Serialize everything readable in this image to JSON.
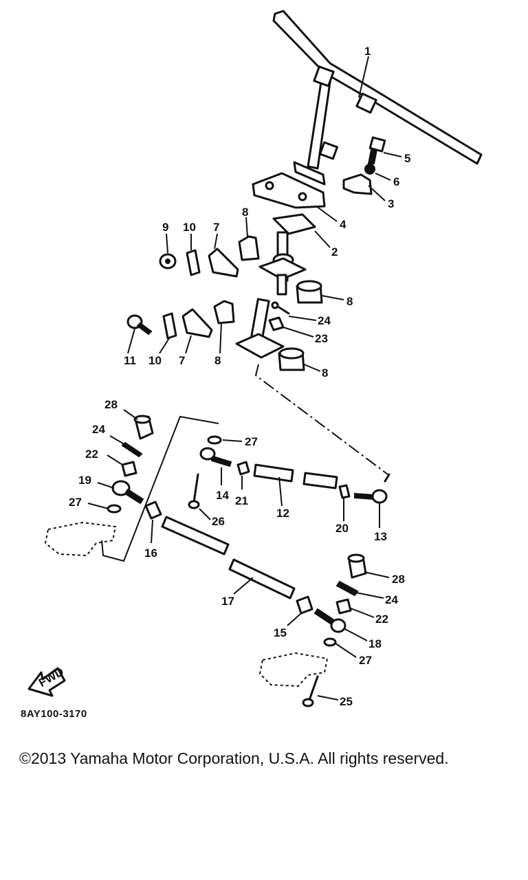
{
  "callouts": [
    {
      "id": "1",
      "text": "1"
    },
    {
      "id": "2",
      "text": "2"
    },
    {
      "id": "3",
      "text": "3"
    },
    {
      "id": "4",
      "text": "4"
    },
    {
      "id": "5",
      "text": "5"
    },
    {
      "id": "6",
      "text": "6"
    },
    {
      "id": "7a",
      "text": "7"
    },
    {
      "id": "7b",
      "text": "7"
    },
    {
      "id": "8a",
      "text": "8"
    },
    {
      "id": "8b",
      "text": "8"
    },
    {
      "id": "8c",
      "text": "8"
    },
    {
      "id": "8d",
      "text": "8"
    },
    {
      "id": "9",
      "text": "9"
    },
    {
      "id": "10a",
      "text": "10"
    },
    {
      "id": "10b",
      "text": "10"
    },
    {
      "id": "11",
      "text": "11"
    },
    {
      "id": "12",
      "text": "12"
    },
    {
      "id": "13",
      "text": "13"
    },
    {
      "id": "14",
      "text": "14"
    },
    {
      "id": "15",
      "text": "15"
    },
    {
      "id": "16",
      "text": "16"
    },
    {
      "id": "17",
      "text": "17"
    },
    {
      "id": "18",
      "text": "18"
    },
    {
      "id": "19",
      "text": "19"
    },
    {
      "id": "20",
      "text": "20"
    },
    {
      "id": "21",
      "text": "21"
    },
    {
      "id": "22a",
      "text": "22"
    },
    {
      "id": "22b",
      "text": "22"
    },
    {
      "id": "23",
      "text": "23"
    },
    {
      "id": "24a",
      "text": "24"
    },
    {
      "id": "24b",
      "text": "24"
    },
    {
      "id": "24c",
      "text": "24"
    },
    {
      "id": "25",
      "text": "25"
    },
    {
      "id": "26",
      "text": "26"
    },
    {
      "id": "27a",
      "text": "27"
    },
    {
      "id": "27b",
      "text": "27"
    },
    {
      "id": "27c",
      "text": "27"
    },
    {
      "id": "28a",
      "text": "28"
    },
    {
      "id": "28b",
      "text": "28"
    }
  ],
  "fwd_arrow": {
    "text": "FWD"
  },
  "diagram_code": "8AY100-3170",
  "copyright": "©2013 Yamaha Motor Corporation, U.S.A. All rights reserved."
}
